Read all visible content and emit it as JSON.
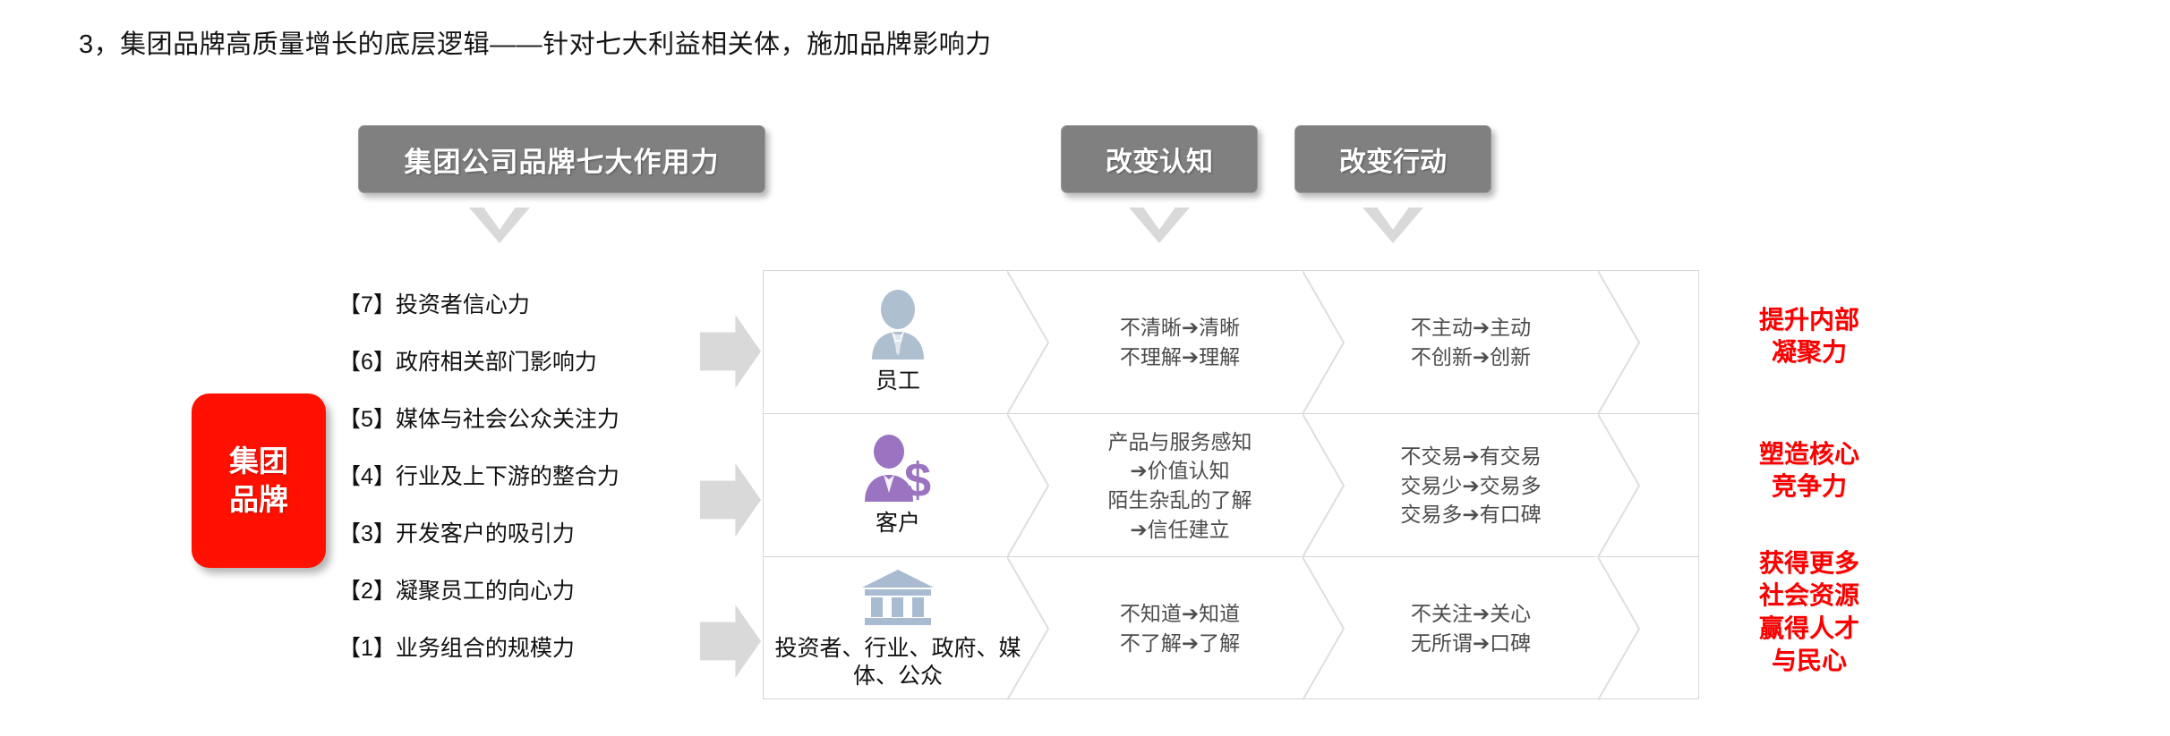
{
  "slide": {
    "title": "3，集团品牌高质量增长的底层逻辑——针对七大利益相关体，施加品牌影响力"
  },
  "headers": {
    "seven_forces": "集团公司品牌七大作用力",
    "change_cognition": "改变认知",
    "change_action": "改变行动"
  },
  "brand_box": {
    "line1": "集团",
    "line2": "品牌"
  },
  "forces": [
    {
      "index": "【7】",
      "label": "投资者信心力"
    },
    {
      "index": "【6】",
      "label": "政府相关部门影响力"
    },
    {
      "index": "【5】",
      "label": "媒体与社会公众关注力"
    },
    {
      "index": "【4】",
      "label": "行业及上下游的整合力"
    },
    {
      "index": "【3】",
      "label": "开发客户的吸引力"
    },
    {
      "index": "【2】",
      "label": "凝聚员工的向心力"
    },
    {
      "index": "【1】",
      "label": "业务组合的规模力"
    }
  ],
  "forces_text": [
    "【7】投资者信心力",
    "【6】政府相关部门影响力",
    "【5】媒体与社会公众关注力",
    "【4】行业及上下游的整合力",
    "【3】开发客户的吸引力",
    "【2】凝聚员工的向心力",
    "【1】业务组合的规模力"
  ],
  "matrix": {
    "rows": [
      {
        "actor": "员工",
        "actor_icon": "employee-icon",
        "actor_icon_color": "#aebfd0",
        "cognition": [
          "不清晰➔清晰",
          "不理解➔理解"
        ],
        "action": [
          "不主动➔主动",
          "不创新➔创新"
        ],
        "outcome": [
          "提升内部",
          "凝聚力"
        ]
      },
      {
        "actor": "客户",
        "actor_icon": "customer-money-icon",
        "actor_icon_color": "#9a74c0",
        "cognition": [
          "产品与服务感知",
          "➔价值认知",
          "陌生杂乱的了解",
          "➔信任建立"
        ],
        "action": [
          "不交易➔有交易",
          "交易少➔交易多",
          "交易多➔有口碑"
        ],
        "outcome": [
          "塑造核心",
          "竞争力"
        ]
      },
      {
        "actor": "投资者、行业、政府、媒体、公众",
        "actor_icon": "institution-bank-icon",
        "actor_icon_color": "#a8bbd1",
        "cognition": [
          "不知道➔知道",
          "不了解➔了解"
        ],
        "action": [
          "不关注➔关心",
          "无所谓➔口碑"
        ],
        "outcome": [
          "获得更多",
          "社会资源",
          "赢得人才",
          "与民心"
        ]
      }
    ]
  },
  "colors": {
    "pill_gray": "#808080",
    "brand_red": "#ff1000",
    "outcome_red": "#fa0000",
    "arrow_gray": "#d9d9d9",
    "border_gray": "#d6d6d6",
    "body_text": "#111111",
    "change_text": "#4c4c4c"
  }
}
